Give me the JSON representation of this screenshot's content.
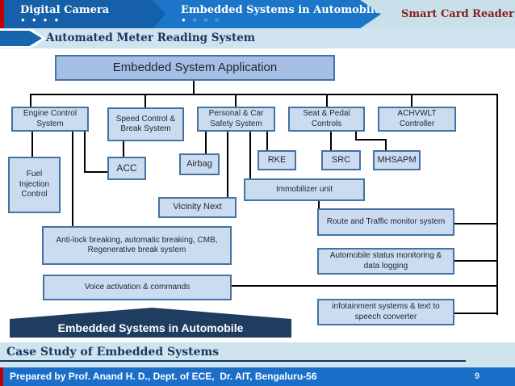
{
  "header": {
    "tab1": {
      "label": "Digital Camera",
      "dots": "●●●●"
    },
    "tab2": {
      "label": "Embedded Systems in Automobile",
      "dots": "●○○○"
    },
    "right_label": "Smart Card Reader",
    "subtitle": "Automated Meter Reading System"
  },
  "diagram": {
    "root_label": "Embedded System Application",
    "nodes": {
      "engine": "Engine Control System",
      "speed": "Speed Control & Break System",
      "personal": "Personal & Car Safety System",
      "seat": "Seat & Pedal Controls",
      "achvwlt": "ACHVWLT Controller",
      "fuel": "Fuel Injection Control",
      "acc": "ACC",
      "airbag": "Airbag",
      "rke": "RKE",
      "src": "SRC",
      "mhsapm": "MHSAPM",
      "vicinity": "Vicinity Next",
      "immobilizer": "Immobilizer unit",
      "route": "Route and Traffic monitor system",
      "antilock": "Anti-lock breaking, automatic breaking, CMB, Regenerative break system",
      "autostatus": "Automobile status monitoring & data logging",
      "voice": "Voice activation & commands",
      "infotainment": "infotainment systems & text to speech converter"
    },
    "banner_label": "Embedded Systems in Automobile"
  },
  "footer": {
    "section_title": "Case Study of Embedded Systems",
    "credit": "Prepared by Prof. Anand H. D., Dept. of ECE,  Dr. AIT, Bengaluru-56",
    "page_number": "9"
  },
  "colors": {
    "accent_red": "#c00000",
    "nav_blue_dark": "#1560a8",
    "nav_blue_light": "#1b75c9",
    "light_blue_bg": "#c8e0ea",
    "box_fill": "#cbdcf0",
    "box_fill_root": "#a5c0e4",
    "box_border": "#4472a4",
    "banner_navy": "#1f3c61",
    "footer_bar_blue": "#1b6fc8",
    "title_navy": "#17375e",
    "smart_card_red": "#8e1b1b"
  }
}
